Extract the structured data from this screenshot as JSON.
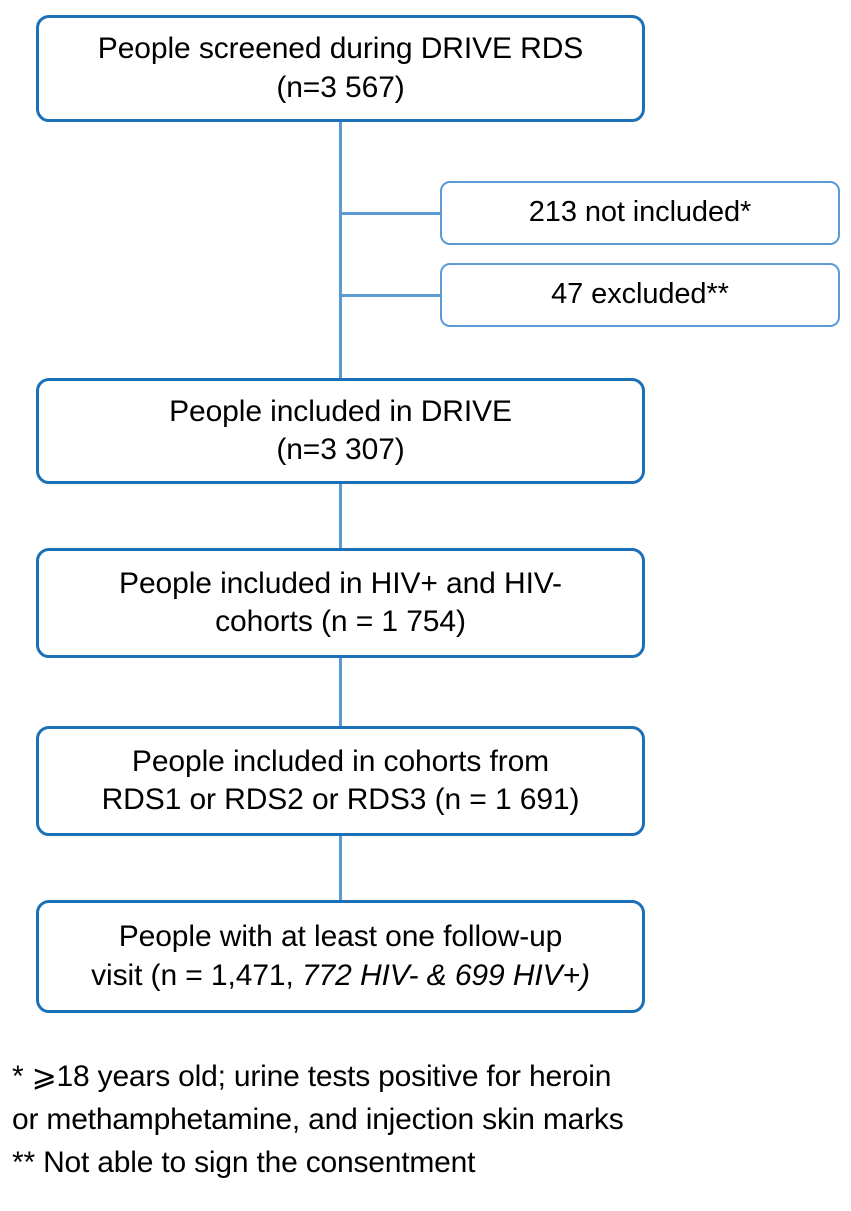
{
  "figure": {
    "type": "flowchart",
    "title": "DRIVE RDS study participant flow diagram",
    "accent_color_main": "#1B70B8",
    "accent_color_connector": "#5B9BD5",
    "background_color": "#FFFFFF",
    "text_color": "#000000"
  },
  "main_boxes": [
    {
      "id": "screened",
      "line1": "People screened during DRIVE RDS",
      "line2": "(n=3 567)",
      "n": 3567
    },
    {
      "id": "included-drive",
      "line1": "People included in DRIVE",
      "line2": "(n=3 307)",
      "n": 3307
    },
    {
      "id": "hiv-cohorts",
      "line1": "People included in HIV+ and HIV-",
      "line2": "cohorts (n = 1 754)",
      "n": 1754
    },
    {
      "id": "rds-cohorts",
      "line1": "People included in cohorts from",
      "line2": "RDS1 or RDS2 or RDS3 (n = 1 691)",
      "n": 1691
    },
    {
      "id": "follow-up",
      "line1": "People with at least one follow-up",
      "line2_plain": "visit (n = 1,471, ",
      "line2_italic": "772 HIV- & 699 HIV+)",
      "n": 1471,
      "hiv_negative": 772,
      "hiv_positive": 699
    }
  ],
  "side_boxes": [
    {
      "id": "not-included",
      "label": "213 not included*",
      "n": 213
    },
    {
      "id": "excluded",
      "label": "47 excluded**",
      "n": 47
    }
  ],
  "footnotes": [
    "* ⩾18 years old; urine tests positive for heroin",
    "or methamphetamine, and injection skin marks",
    "** Not able to sign the consentment"
  ]
}
